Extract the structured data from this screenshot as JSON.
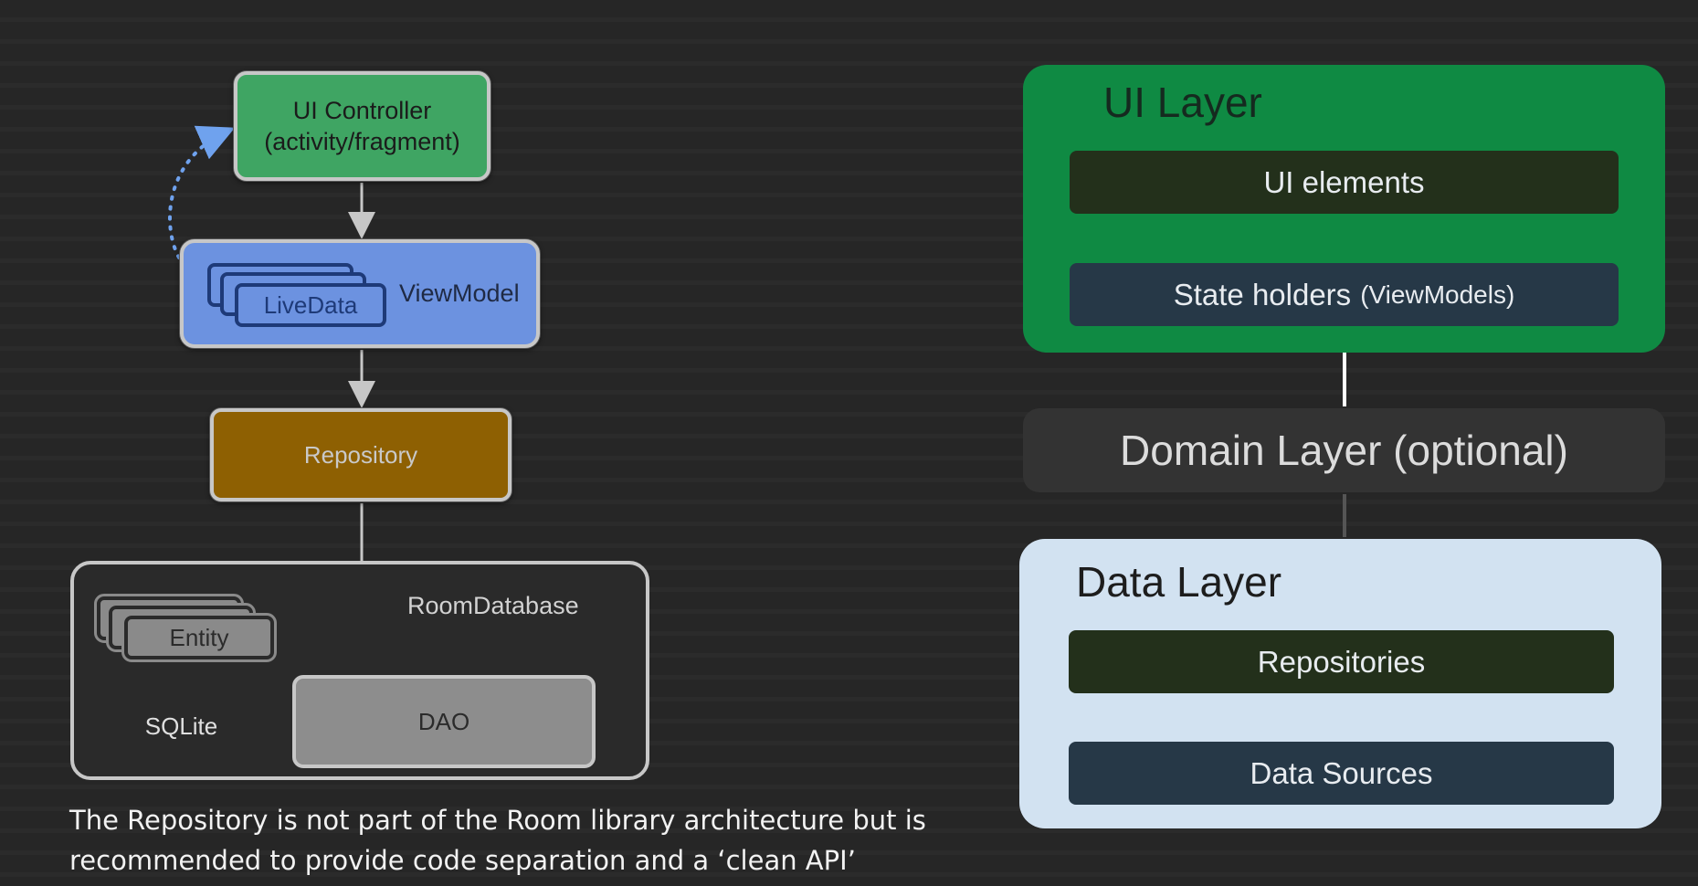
{
  "left_diagram": {
    "ui_controller": {
      "line1": "UI Controller",
      "line2": "(activity/fragment)"
    },
    "viewmodel": {
      "label": "ViewModel",
      "livedata": "LiveData"
    },
    "repository": "Repository",
    "room": {
      "label": "RoomDatabase",
      "entity": "Entity",
      "sqlite": "SQLite",
      "dao": "DAO"
    }
  },
  "caption": "The Repository is not part of the Room library architecture but is recommended to provide code separation and a ‘clean API’",
  "right_diagram": {
    "ui_layer": {
      "title": "UI Layer",
      "ui_elements": "UI elements",
      "state_holders": "State holders",
      "state_holders_note": "(ViewModels)"
    },
    "domain_layer": "Domain Layer (optional)",
    "data_layer": {
      "title": "Data Layer",
      "repositories": "Repositories",
      "data_sources": "Data Sources"
    }
  },
  "colors": {
    "ui_controller": "#3fa563",
    "viewmodel": "#6c92e0",
    "repository": "#8e6002",
    "ui_layer": "#0f8a43",
    "data_layer": "#d2e2f1"
  }
}
